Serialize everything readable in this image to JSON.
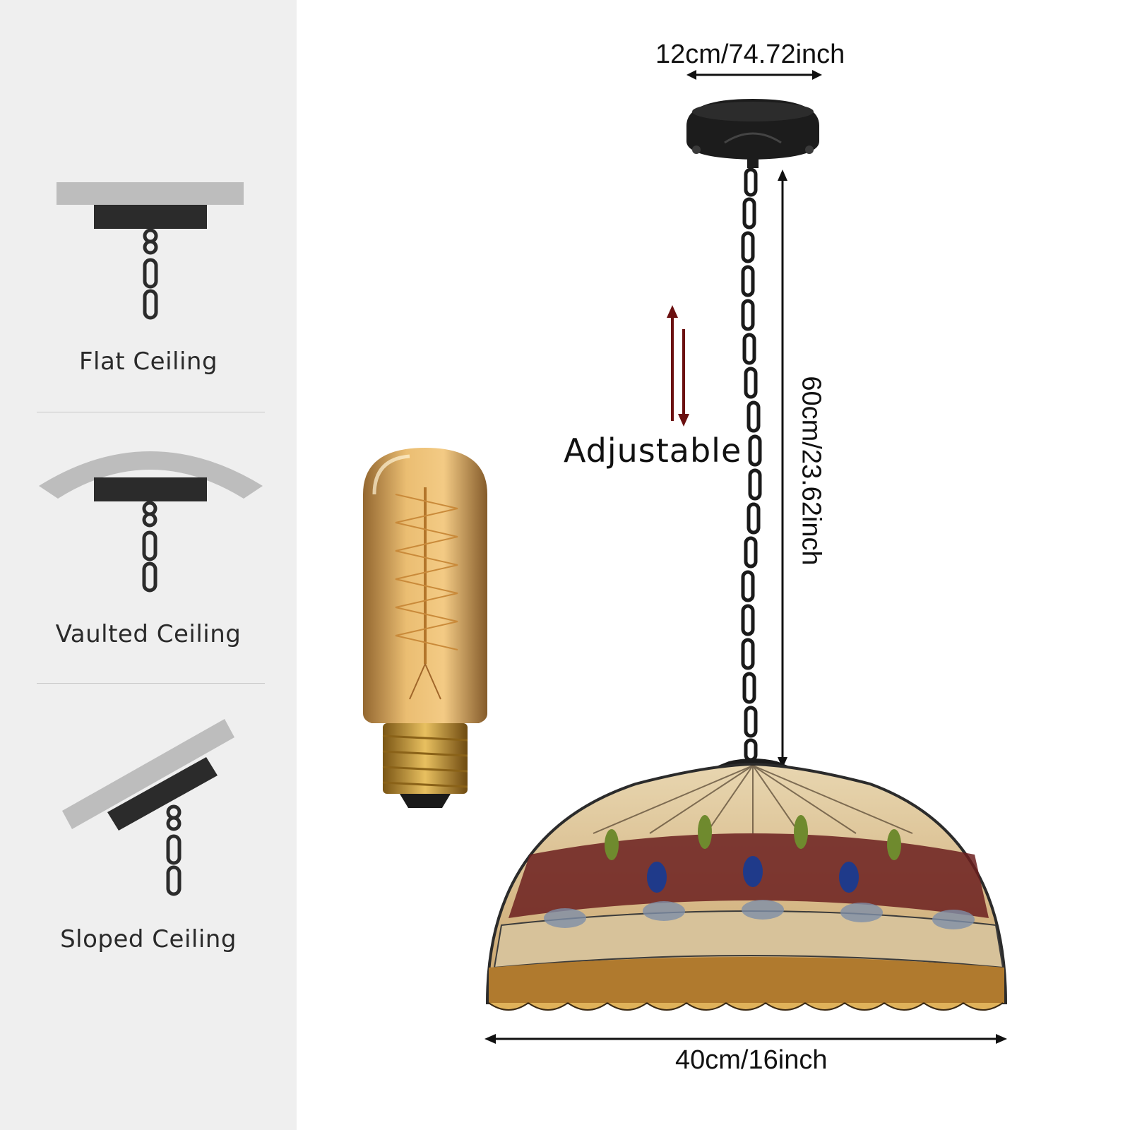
{
  "ceiling_types": [
    {
      "label": "Flat Ceiling",
      "icon": "flat-ceiling-icon"
    },
    {
      "label": "Vaulted Ceiling",
      "icon": "vaulted-ceiling-icon"
    },
    {
      "label": "Sloped Ceiling",
      "icon": "sloped-ceiling-icon"
    }
  ],
  "dimensions": {
    "canopy_width": "12cm/74.72inch",
    "chain_length": "60cm/23.62inch",
    "shade_width": "40cm/16inch"
  },
  "adjustable_label": "Adjustable",
  "colors": {
    "sidebar_bg": "#efefef",
    "ceiling_gray": "#bdbdbd",
    "mount_black": "#2b2b2b",
    "arrow_red": "#8b1a1a",
    "amber_glass": "#c8953a"
  }
}
